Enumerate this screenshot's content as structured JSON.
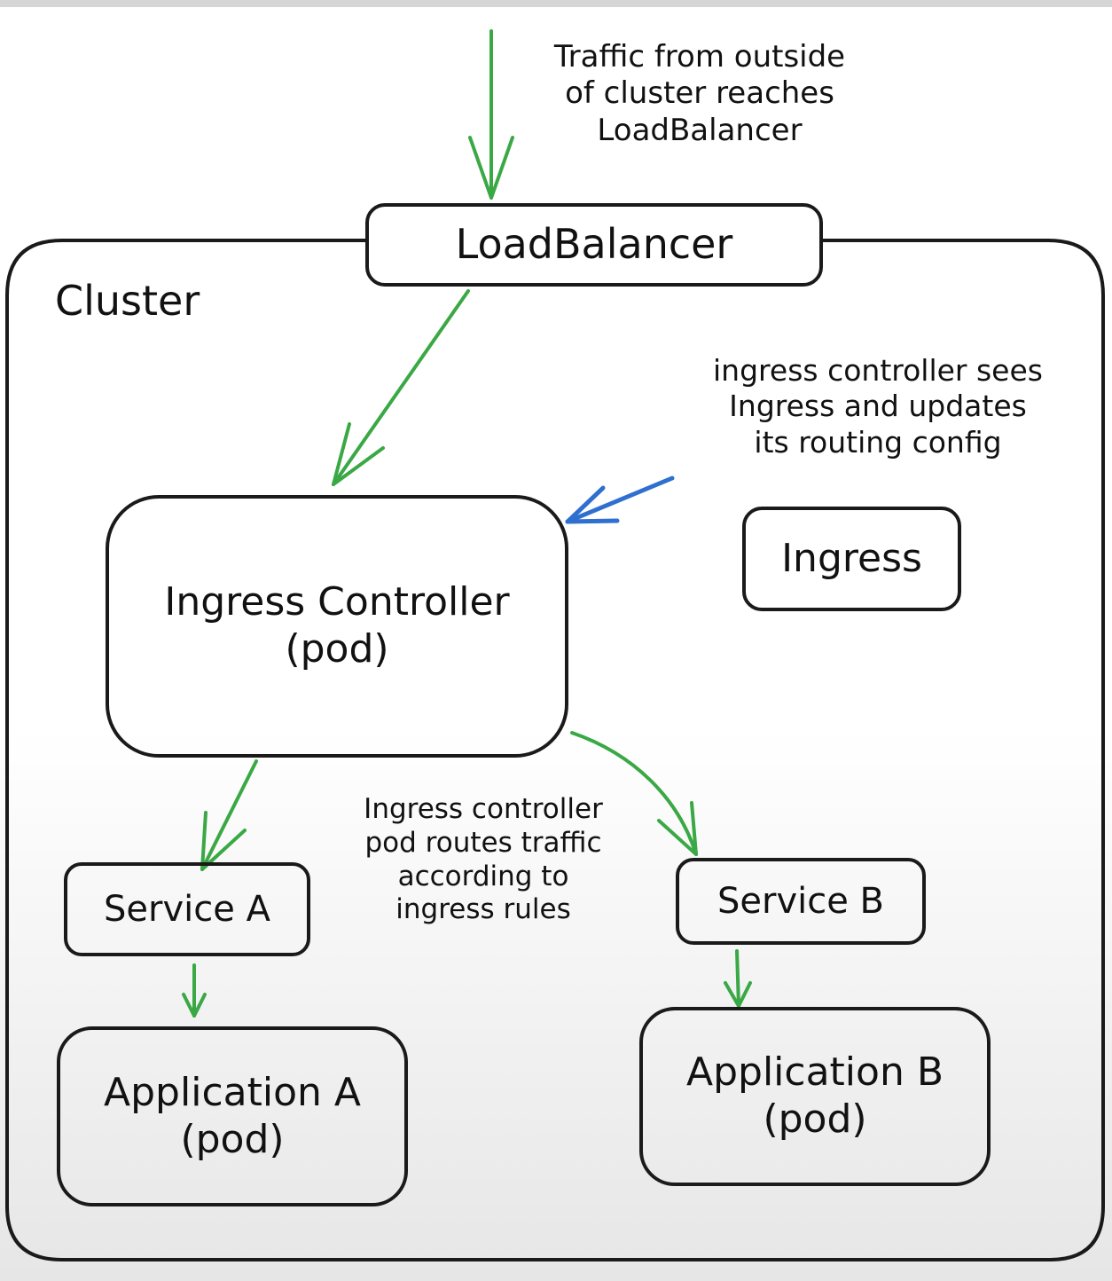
{
  "diagram": {
    "cluster_label": "Cluster",
    "nodes": {
      "load_balancer": {
        "label": "LoadBalancer"
      },
      "ingress_controller": {
        "line1": "Ingress Controller",
        "line2": "(pod)"
      },
      "ingress": {
        "label": "Ingress"
      },
      "service_a": {
        "label": "Service A"
      },
      "service_b": {
        "label": "Service B"
      },
      "application_a": {
        "line1": "Application A",
        "line2": "(pod)"
      },
      "application_b": {
        "line1": "Application B",
        "line2": "(pod)"
      }
    },
    "annotations": {
      "traffic": [
        "Traffic from outside",
        "of cluster reaches",
        "LoadBalancer"
      ],
      "ingress_watch": [
        "ingress controller sees",
        "Ingress and updates",
        "its routing config"
      ],
      "routing": [
        "Ingress controller",
        "pod routes traffic",
        "according to",
        "ingress rules"
      ]
    },
    "colors": {
      "traffic_arrow": "#3aa845",
      "config_arrow": "#2f6fd0",
      "stroke": "#1a1a1a",
      "background": "#ffffff"
    }
  }
}
